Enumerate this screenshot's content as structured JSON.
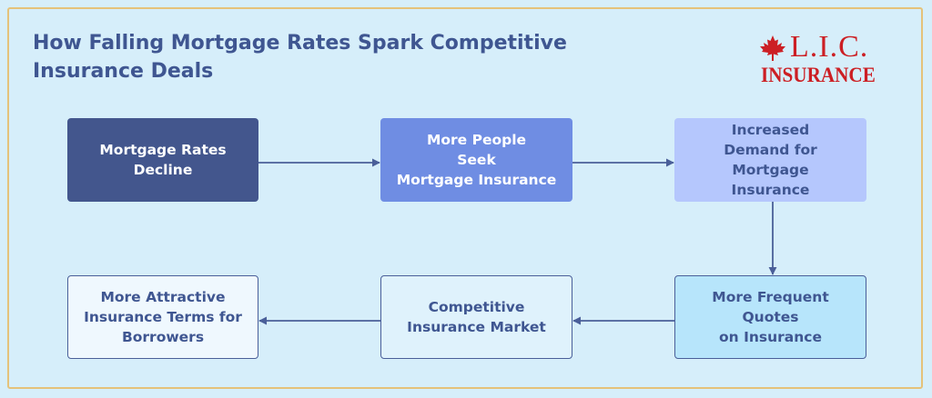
{
  "title": "How Falling Mortgage Rates Spark Competitive Insurance Deals",
  "logo": {
    "line1": "L.I.C.",
    "line2": "INSURANCE",
    "icon": "maple-leaf-icon",
    "color": "#cc1f24"
  },
  "steps": [
    {
      "label": "Mortgage Rates\nDecline"
    },
    {
      "label": "More People\nSeek\nMortgage Insurance"
    },
    {
      "label": "Increased\nDemand for Mortgage\nInsurance"
    },
    {
      "label": "More Frequent\nQuotes\non Insurance"
    },
    {
      "label": "Competitive\nInsurance Market"
    },
    {
      "label": "More Attractive\nInsurance Terms for\nBorrowers"
    }
  ],
  "colors": {
    "accent": "#3f5691",
    "background": "#d6eefa",
    "border": "#e5c27a"
  }
}
